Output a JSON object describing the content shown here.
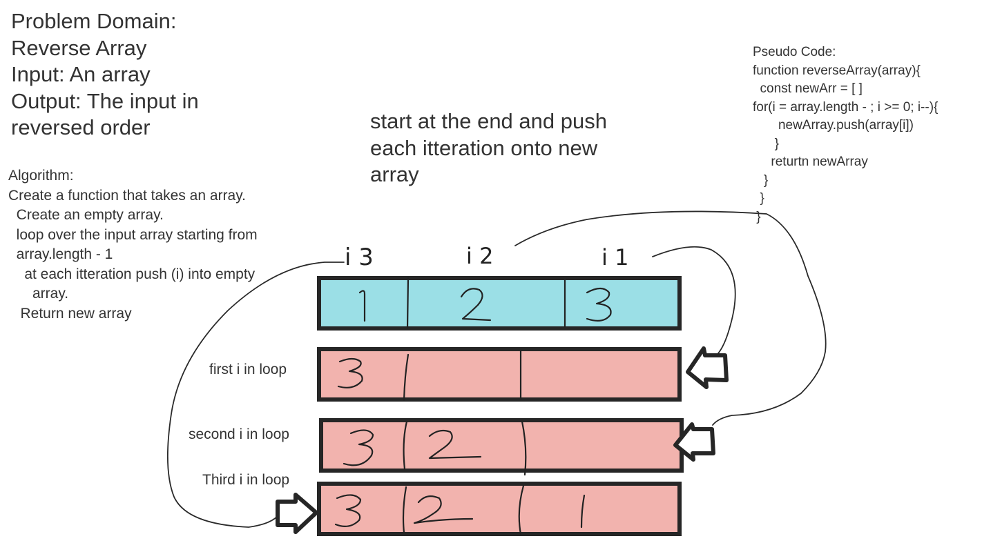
{
  "problem": {
    "lines": [
      "Problem Domain:",
      "Reverse Array",
      "Input: An array",
      "Output: The input in",
      "reversed order"
    ]
  },
  "algorithm": {
    "lines": [
      "Algorithm:",
      "Create a function that takes an array.",
      "  Create an empty array.",
      "  loop over the input array starting from",
      "  array.length - 1",
      "    at each itteration push (i) into empty",
      "      array.",
      "   Return new array"
    ]
  },
  "note": {
    "lines": [
      "start at the end and push",
      "each itteration onto new",
      "array"
    ]
  },
  "pseudo_code": {
    "lines": [
      "Pseudo Code:",
      "function reverseArray(array){",
      "  const newArr = [ ]",
      "for(i = array.length - ; i >= 0; i--){",
      "       newArray.push(array[i])",
      "      }",
      "     returtn newArray",
      "   }",
      "  }",
      " }"
    ]
  },
  "index_labels": [
    "i 3",
    "i 2",
    "i 1"
  ],
  "input_array": {
    "values": [
      "1",
      "2",
      "3"
    ],
    "fill": "#9bdfe6"
  },
  "rows": [
    {
      "label": "first i in loop",
      "values": [
        "3",
        "",
        ""
      ]
    },
    {
      "label": "second i in loop",
      "values": [
        "3",
        "2",
        ""
      ]
    },
    {
      "label": "Third i in loop",
      "values": [
        "3",
        "2",
        "1"
      ]
    }
  ],
  "colors": {
    "result_fill": "#f2b3ae",
    "border": "#262626",
    "text": "#333333"
  }
}
